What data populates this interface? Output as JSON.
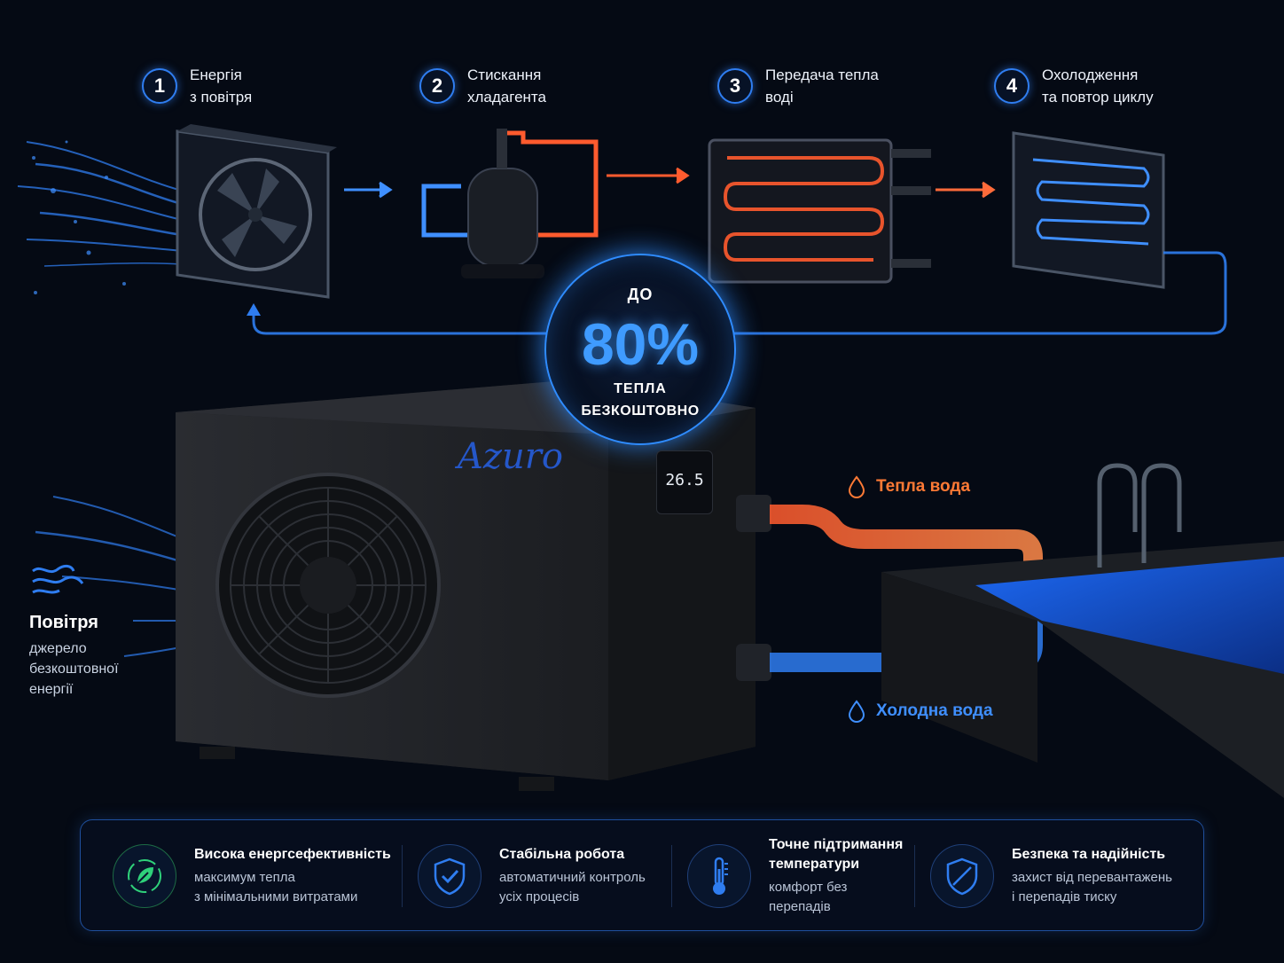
{
  "steps": [
    {
      "num": "1",
      "line1": "Енергія",
      "line2": "з повітря"
    },
    {
      "num": "2",
      "line1": "Стискання",
      "line2": "хладагента"
    },
    {
      "num": "3",
      "line1": "Передача тепла",
      "line2": "воді"
    },
    {
      "num": "4",
      "line1": "Охолодження",
      "line2": "та повтор циклу"
    }
  ],
  "badge": {
    "top": "ДО",
    "value": "80%",
    "line1": "ТЕПЛА",
    "line2": "БЕЗКОШТОВНО"
  },
  "brand": "Azuro",
  "display_value": "26.5",
  "water": {
    "warm": "Тепла вода",
    "cold": "Холодна вода"
  },
  "air": {
    "title": "Повітря",
    "desc_line1": "джерело",
    "desc_line2": "безкоштовної",
    "desc_line3": "енергії"
  },
  "features": [
    {
      "title": "Висока енергсефективність",
      "desc1": "максимум тепла",
      "desc2": "з мінімальними витратами",
      "icon": "leaf-cycle-icon"
    },
    {
      "title": "Стабільна робота",
      "desc1": "автоматичний контроль",
      "desc2": "усіх процесів",
      "icon": "shield-check-icon"
    },
    {
      "title1": "Точне підтримання",
      "title2": "температури",
      "desc1": "комфорт без",
      "desc2": "перепадів",
      "icon": "thermometer-icon"
    },
    {
      "title": "Безпека та надійність",
      "desc1": "захист від перевантажень",
      "desc2": "і перепадів тиску",
      "icon": "shield-slash-icon"
    }
  ],
  "colors": {
    "accent_blue": "#2f7df0",
    "warm_orange": "#ff7a35",
    "cold_blue": "#3f8fff",
    "eco_green": "#2fd17a"
  }
}
